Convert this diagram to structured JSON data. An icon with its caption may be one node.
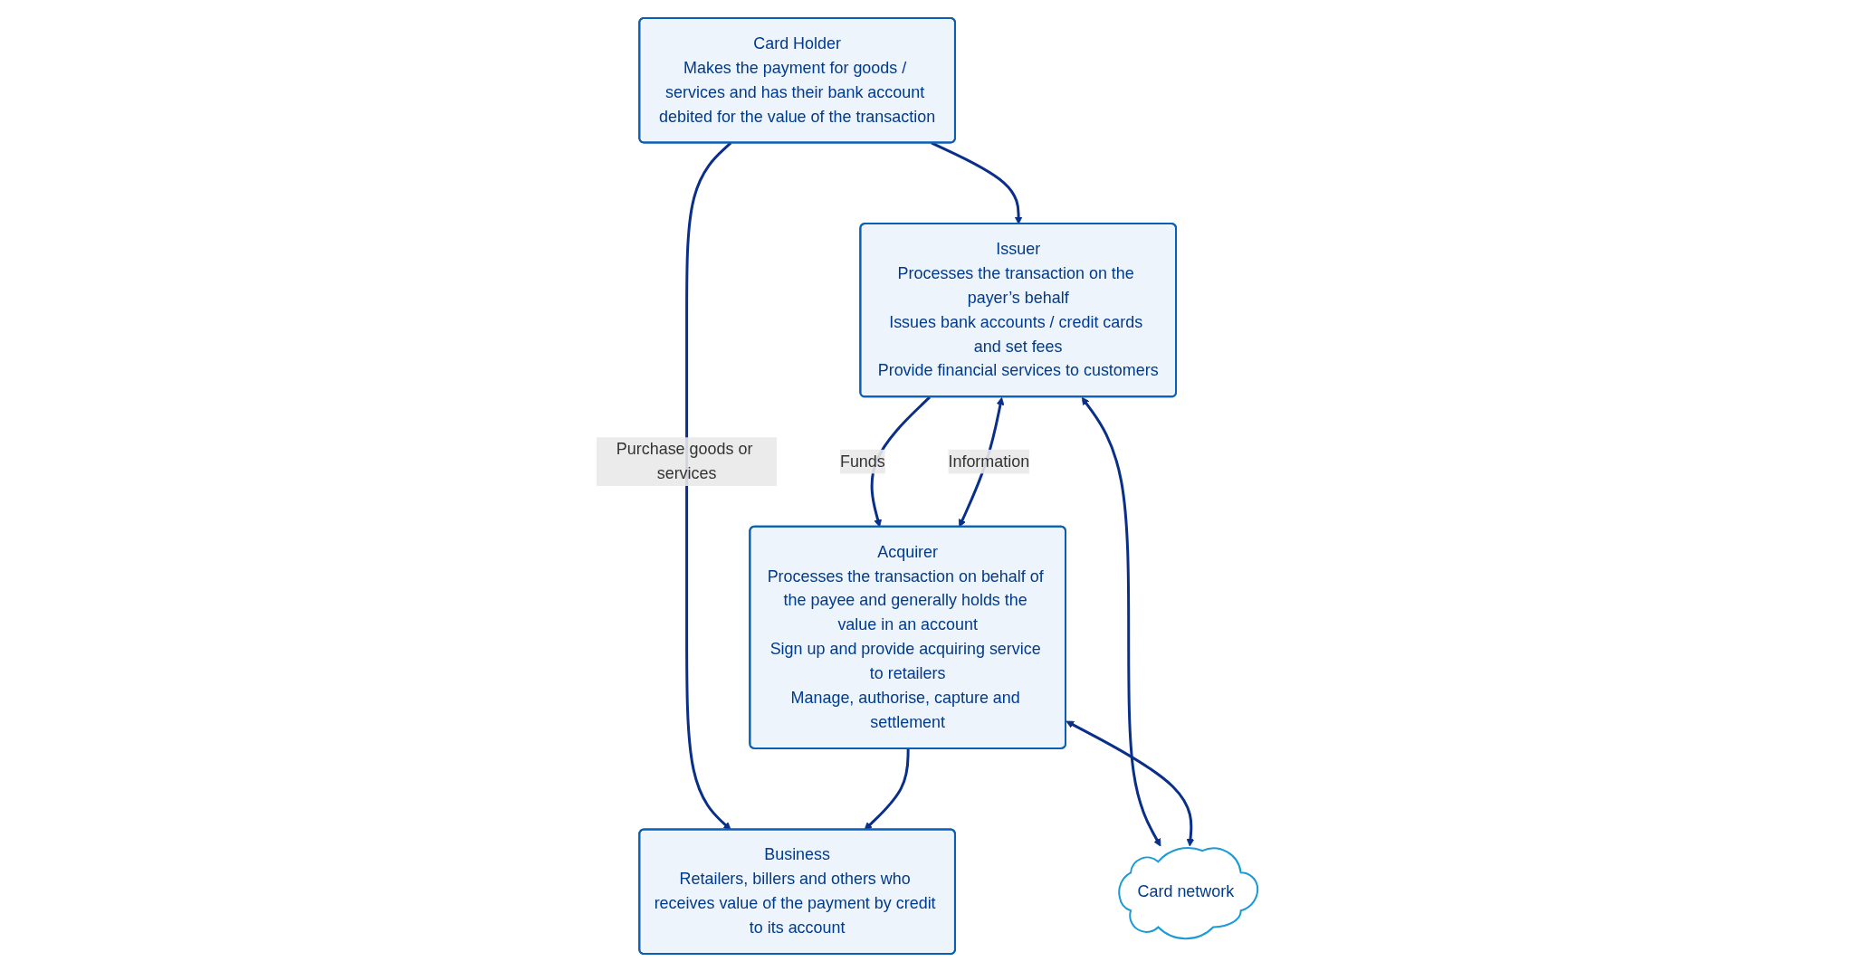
{
  "diagram": {
    "nodes": [
      {
        "text": [
          "Card Holder",
          "Makes the payment for goods / services and has their bank account debited for the value of the transaction"
        ]
      },
      {
        "text": [
          "Business",
          "Retailers, billers and others who receives value of the payment by credit to its account"
        ]
      },
      {
        "text": [
          "Card network"
        ]
      },
      {
        "text": [
          "Issuer",
          "Processes the transaction on the payer’s behalf",
          "Issues bank accounts / credit cards and set fees",
          "Provide financial services to customers"
        ]
      },
      {
        "text": [
          "Acquirer",
          "Processes the transaction on behalf of the payee and generally holds the value in an account",
          "Sign up and provide acquiring service to retailers",
          "Manage, authorise, capture and settlement"
        ]
      }
    ],
    "edges": [
      {
        "from": 0,
        "to": 1,
        "arrow": "to",
        "label": "Purchase goods or services"
      },
      {
        "from": 0,
        "to": 3,
        "arrow": "to"
      },
      {
        "from": 3,
        "to": 2,
        "arrow": "both"
      },
      {
        "from": 4,
        "to": 2,
        "arrow": "both"
      },
      {
        "from": 3,
        "to": 4,
        "arrow": "to",
        "label": "Funds"
      },
      {
        "from": 3,
        "to": 4,
        "arrow": "both",
        "label": "Information"
      },
      {
        "from": 4,
        "to": 1,
        "arrow": "to"
      }
    ]
  }
}
